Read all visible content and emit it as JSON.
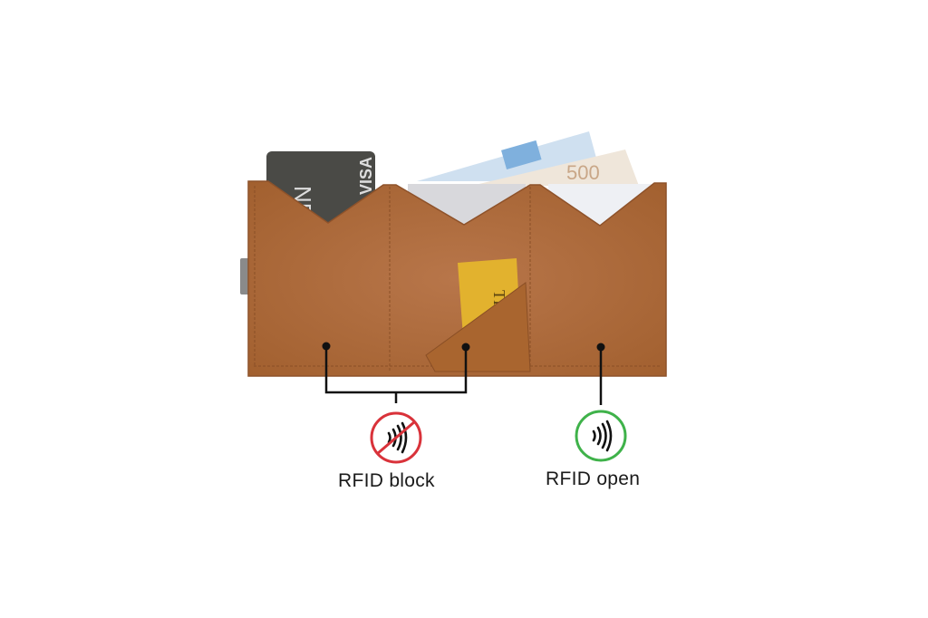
{
  "labels": {
    "block": "RFID block",
    "open": "RFID open"
  },
  "items": {
    "card_brand": "VISA",
    "card_text": "NB",
    "banknote_value": "500",
    "ticket_text": "TICK"
  },
  "colors": {
    "leather": "#b06b3c",
    "block": "#d9323a",
    "open": "#3fb24a",
    "line": "#111111"
  }
}
